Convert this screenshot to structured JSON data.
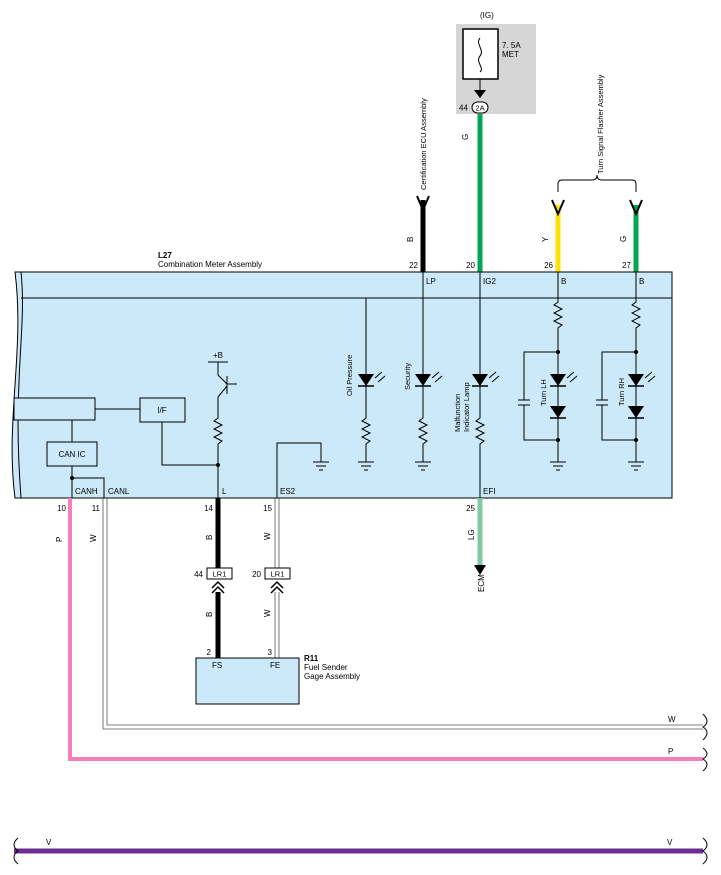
{
  "fuse": {
    "supply": "(IG)",
    "rating": "7. 5A",
    "name": "MET",
    "connector_pin": "44",
    "connector_id": "2A"
  },
  "wires": {
    "cert_color": "B",
    "ig2_color": "G",
    "turn_lh_color": "Y",
    "turn_rh_color": "G",
    "canh_color": "P",
    "canl_color": "W",
    "fs_color": "B",
    "fe_color": "W",
    "efi_color": "LG",
    "fs_color_lower": "B",
    "fe_color_lower": "W",
    "bus_w": "W",
    "bus_p": "P",
    "bus_v_left": "V",
    "bus_v_right": "V"
  },
  "external": {
    "certification_ecu": "Certification ECU Assembly",
    "turn_signal_flasher": "Turn Signal Flasher Assembly",
    "ecm": "ECM"
  },
  "meter": {
    "connector": "L27",
    "name": "Combination Meter Assembly",
    "pins_top": [
      {
        "num": "22",
        "term": "LP"
      },
      {
        "num": "20",
        "term": "IG2"
      },
      {
        "num": "26",
        "term": "B"
      },
      {
        "num": "27",
        "term": "B"
      }
    ],
    "pins_bottom": [
      {
        "num": "10",
        "term": "CANH"
      },
      {
        "num": "11",
        "term": "CANL"
      },
      {
        "num": "14",
        "term": "L"
      },
      {
        "num": "15",
        "term": "ES2"
      },
      {
        "num": "25",
        "term": "EFI"
      }
    ],
    "lamps": {
      "oil": "Oil Pressure",
      "security": "Security",
      "mil_1": "Malfunction",
      "mil_2": "Indicator Lamp",
      "turn_lh": "Turn LH",
      "turn_rh": "Turn RH"
    },
    "blocks": {
      "if": "I/F",
      "can_ic": "CAN IC"
    },
    "plus_b": "+B"
  },
  "junction": {
    "fs_pin": "44",
    "fe_pin": "20",
    "id": "LR1"
  },
  "sender": {
    "connector": "R11",
    "name_1": "Fuel Sender",
    "name_2": "Gage Assembly",
    "fs_pin": "2",
    "fs_term": "FS",
    "fe_pin": "3",
    "fe_term": "FE"
  }
}
